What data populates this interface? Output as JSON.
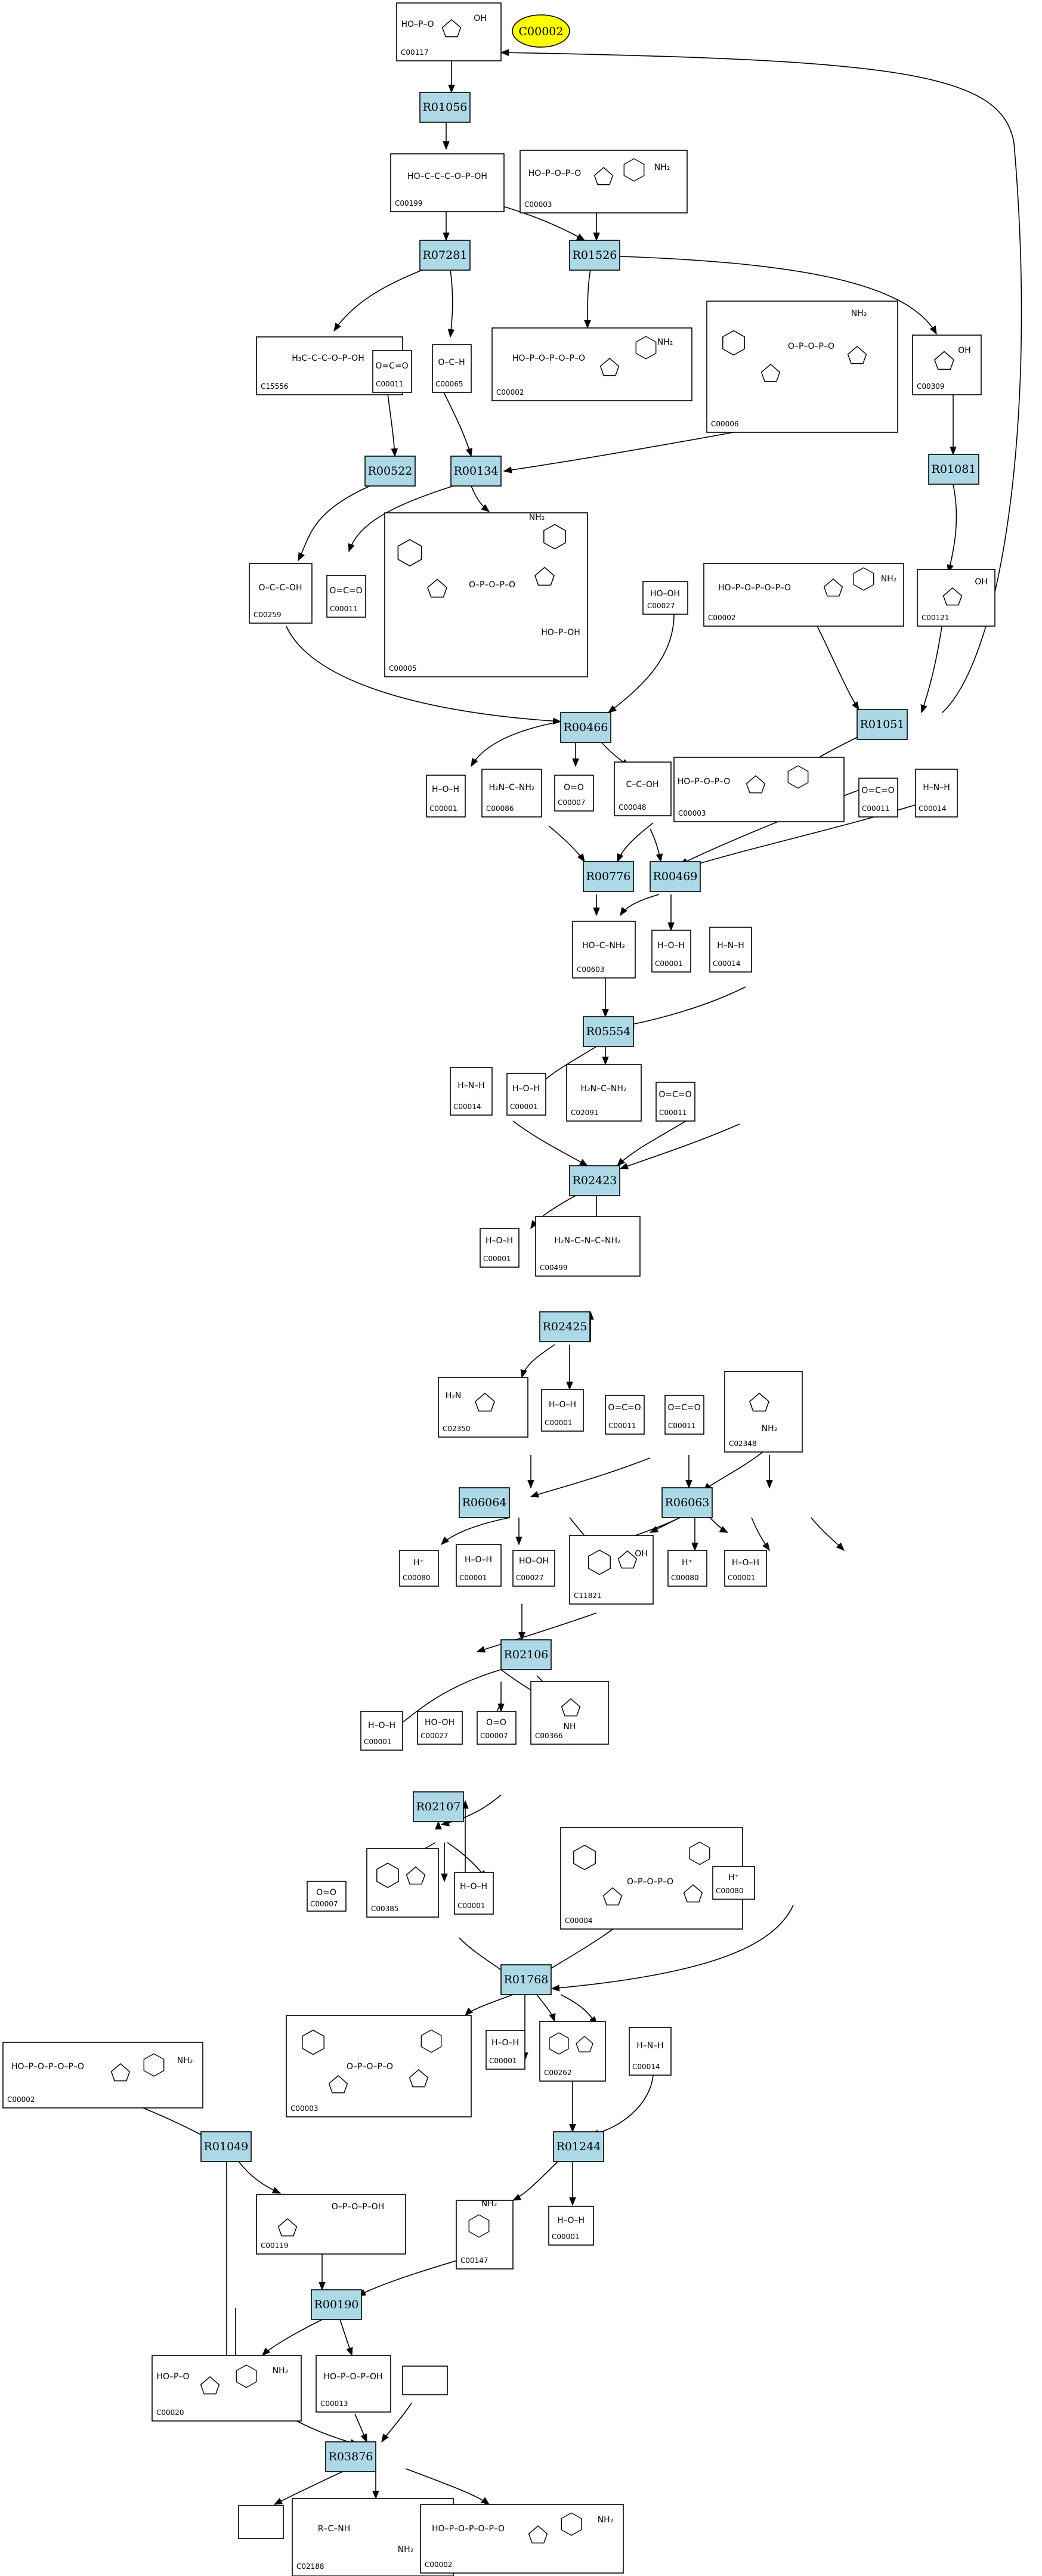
{
  "target": {
    "id": "C00002",
    "color": "#ffff00"
  },
  "reactions": [
    "R01056",
    "R07281",
    "R01526",
    "R00522",
    "R00134",
    "R01081",
    "R00466",
    "R01051",
    "R00776",
    "R00469",
    "R05554",
    "R02423",
    "R02425",
    "R06064",
    "R06063",
    "R02106",
    "R02107",
    "R01768",
    "R01049",
    "R01244",
    "R00190",
    "R03876"
  ],
  "compounds": [
    "C00117",
    "C00199",
    "C00003",
    "C15556",
    "C00011",
    "C00065",
    "C00002",
    "C00006",
    "C00309",
    "C00259",
    "C00011",
    "C00005",
    "C00027",
    "C00002",
    "C00121",
    "C00001",
    "C00086",
    "C00007",
    "C00048",
    "C00003",
    "C00011",
    "C00014",
    "C00603",
    "C00001",
    "C00014",
    "C00014",
    "C00001",
    "C02091",
    "C00011",
    "C00001",
    "C00499",
    "C02350",
    "C00001",
    "C00011",
    "C00011",
    "C02348",
    "C00080",
    "C00001",
    "C00027",
    "C11821",
    "C00080",
    "C00001",
    "C00001",
    "C00027",
    "C00007",
    "C00366",
    "C00007",
    "C00385",
    "C00001",
    "C00004",
    "C00080",
    "C00002",
    "C00003",
    "C00001",
    "C00262",
    "C00014",
    "C00119",
    "C00147",
    "C00001",
    "C00020",
    "C00013",
    "C02188",
    "C00002"
  ],
  "colors": {
    "reaction_fill": "#add8e6",
    "compound_fill": "#ffffff",
    "edge": "#000000"
  }
}
